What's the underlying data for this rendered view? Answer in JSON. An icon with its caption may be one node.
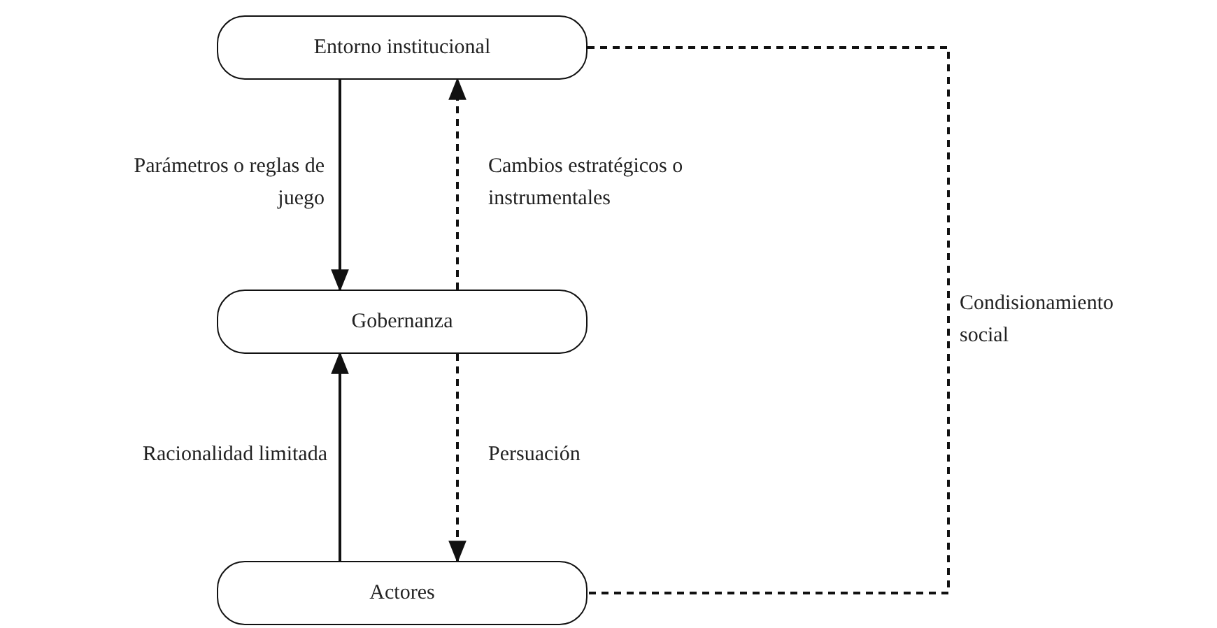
{
  "diagram": {
    "nodes": [
      {
        "text": [
          "Entorno institucional"
        ]
      },
      {
        "text": [
          "Gobernanza"
        ]
      },
      {
        "text": [
          "Actores"
        ]
      }
    ],
    "edges": [
      {
        "from": 0,
        "to": 1,
        "arrow": "to",
        "label": "Parámetros o reglas de juego"
      },
      {
        "from": 1,
        "to": 0,
        "arrow": "to",
        "label": "Cambios estratégicos o instrumentales",
        "style": "dashed"
      },
      {
        "from": 2,
        "to": 1,
        "arrow": "to",
        "label": "Racionalidad limitada"
      },
      {
        "from": 1,
        "to": 2,
        "arrow": "to",
        "label": "Persuación",
        "style": "dashed"
      },
      {
        "from": 0,
        "to": 2,
        "arrow": "none",
        "label": "Condisionamiento social",
        "style": "dashed"
      }
    ]
  }
}
